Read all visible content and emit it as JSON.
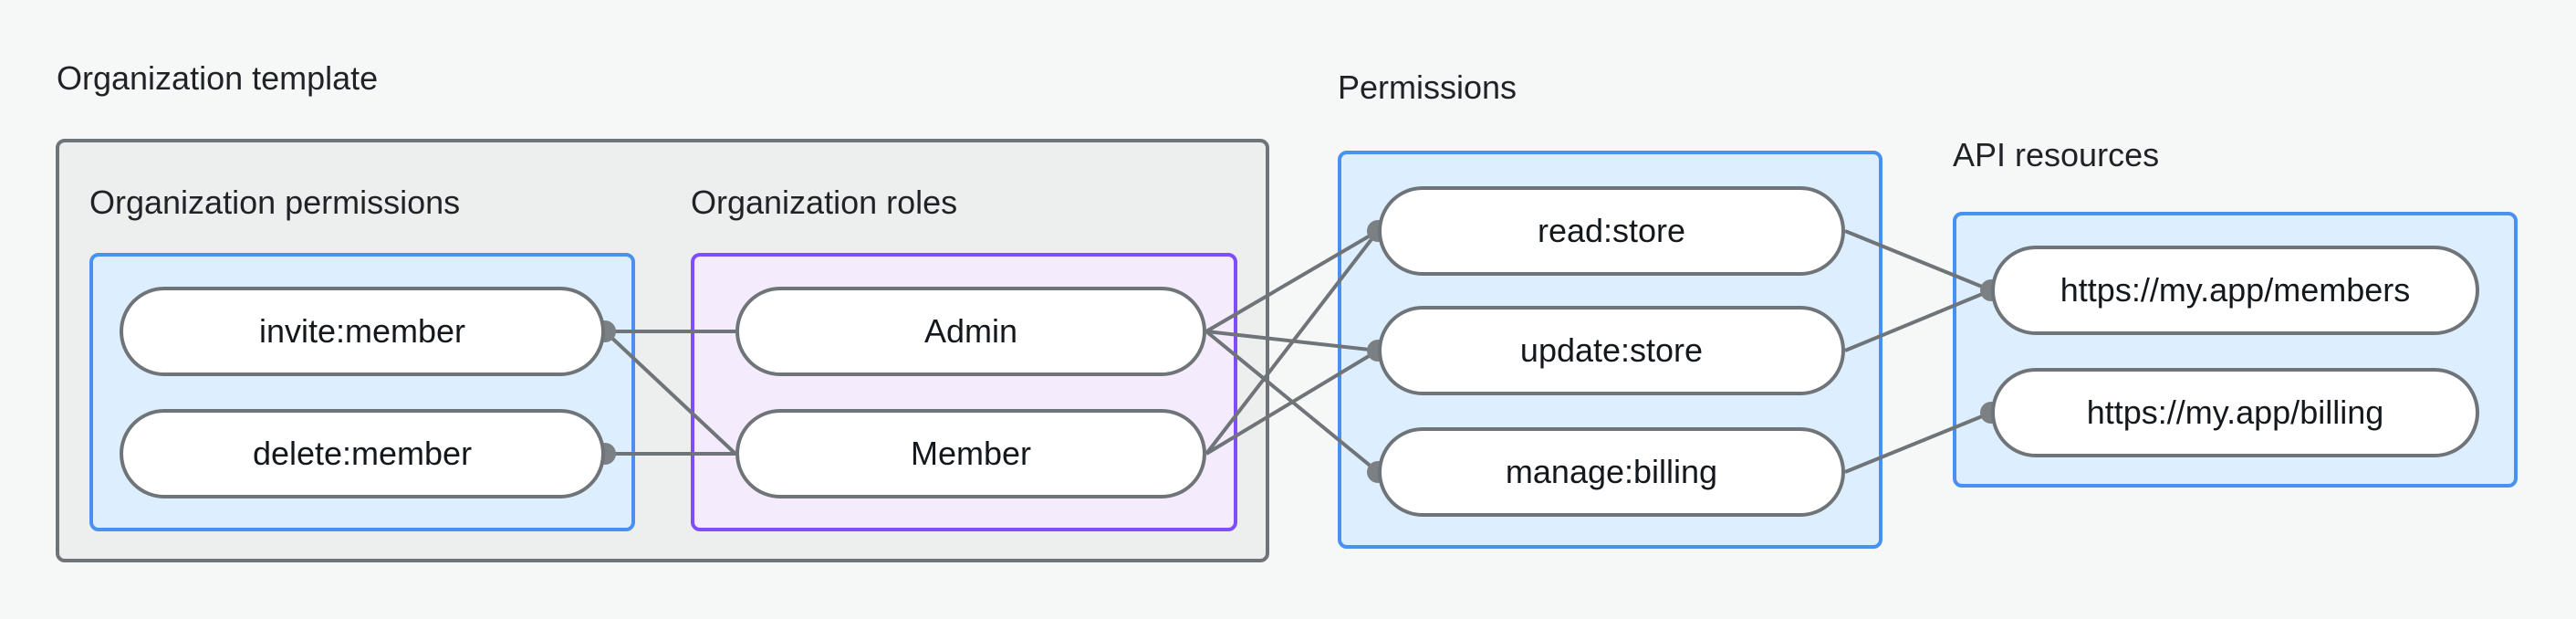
{
  "diagram": {
    "title_text": "Organization template",
    "background_color": "#f6f7f7",
    "groups": [
      {
        "id": "organization-template",
        "label": "Organization template",
        "kind": "outer",
        "fill": "#edeeee",
        "stroke": "#6f7478"
      },
      {
        "id": "organization-permissions",
        "label": "Organization permissions",
        "kind": "blue",
        "fill": "#ddeeff",
        "stroke": "#4a90f0"
      },
      {
        "id": "organization-roles",
        "label": "Organization roles",
        "kind": "purple",
        "fill": "#f4ebfd",
        "stroke": "#7f4dfa"
      },
      {
        "id": "permissions",
        "label": "Permissions",
        "kind": "blue",
        "fill": "#ddeeff",
        "stroke": "#4a90f0"
      },
      {
        "id": "api-resources",
        "label": "API resources",
        "kind": "blue",
        "fill": "#ddeeff",
        "stroke": "#4a90f0"
      }
    ],
    "nodes": {
      "org_permissions": [
        {
          "id": "invite-member",
          "label": "invite:member"
        },
        {
          "id": "delete-member",
          "label": "delete:member"
        }
      ],
      "org_roles": [
        {
          "id": "admin",
          "label": "Admin"
        },
        {
          "id": "member",
          "label": "Member"
        }
      ],
      "permissions": [
        {
          "id": "read-store",
          "label": "read:store"
        },
        {
          "id": "update-store",
          "label": "update:store"
        },
        {
          "id": "manage-billing",
          "label": "manage:billing"
        }
      ],
      "api_resources": [
        {
          "id": "members-url",
          "label": "https://my.app/members"
        },
        {
          "id": "billing-url",
          "label": "https://my.app/billing"
        }
      ]
    },
    "edges": [
      {
        "from": "invite-member",
        "to": "admin"
      },
      {
        "from": "invite-member",
        "to": "member"
      },
      {
        "from": "delete-member",
        "to": "member"
      },
      {
        "from": "admin",
        "to": "read-store"
      },
      {
        "from": "admin",
        "to": "update-store"
      },
      {
        "from": "admin",
        "to": "manage-billing"
      },
      {
        "from": "member",
        "to": "read-store"
      },
      {
        "from": "member",
        "to": "update-store"
      },
      {
        "from": "read-store",
        "to": "members-url"
      },
      {
        "from": "update-store",
        "to": "members-url"
      },
      {
        "from": "manage-billing",
        "to": "billing-url"
      }
    ],
    "edge_color": "#6f7478",
    "node_stroke": "#6f7478",
    "node_fill": "#ffffff",
    "text_color": "#14181c"
  }
}
